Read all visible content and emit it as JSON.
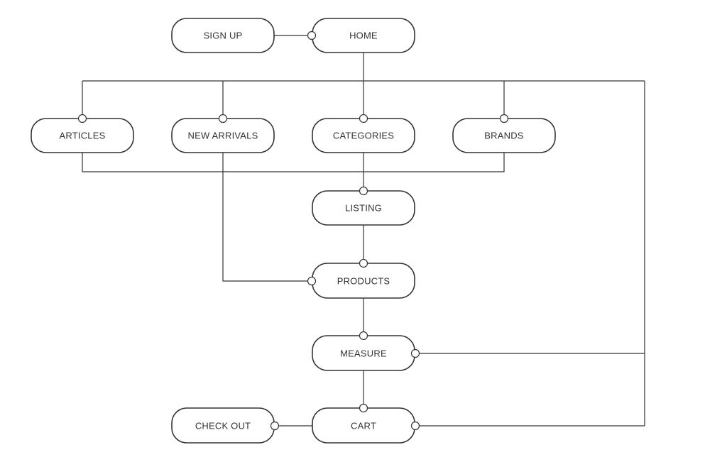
{
  "nodes": {
    "sign_up": "SIGN UP",
    "home": "HOME",
    "articles": "ARTICLES",
    "new_arrivals": "NEW ARRIVALS",
    "categories": "CATEGORIES",
    "brands": "BRANDS",
    "listing": "LISTING",
    "products": "PRODUCTS",
    "measure": "MEASURE",
    "cart": "CART",
    "check_out": "CHECK OUT"
  },
  "edges": [
    [
      "sign_up",
      "home"
    ],
    [
      "home",
      "articles"
    ],
    [
      "home",
      "new_arrivals"
    ],
    [
      "home",
      "categories"
    ],
    [
      "home",
      "brands"
    ],
    [
      "home",
      "measure"
    ],
    [
      "home",
      "cart"
    ],
    [
      "articles",
      "listing"
    ],
    [
      "categories",
      "listing"
    ],
    [
      "brands",
      "listing"
    ],
    [
      "new_arrivals",
      "products"
    ],
    [
      "listing",
      "products"
    ],
    [
      "products",
      "measure"
    ],
    [
      "measure",
      "cart"
    ],
    [
      "cart",
      "check_out"
    ]
  ],
  "colors": {
    "stroke": "#333333",
    "background": "#ffffff"
  }
}
